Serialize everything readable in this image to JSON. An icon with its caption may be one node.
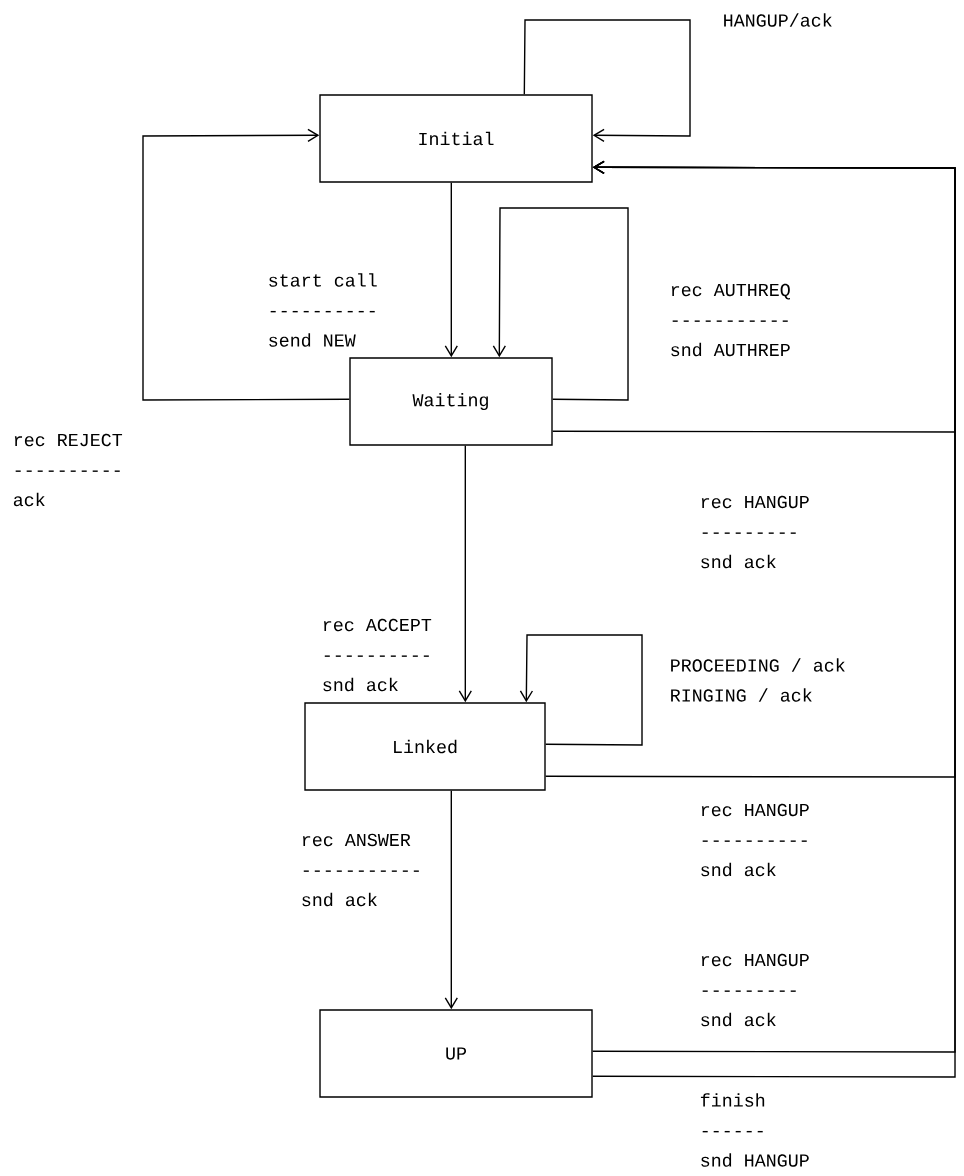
{
  "diagram": {
    "nodes": [
      {
        "text": [
          "Initial"
        ]
      },
      {
        "text": [
          "Waiting"
        ]
      },
      {
        "text": [
          "Linked"
        ]
      },
      {
        "text": [
          "UP"
        ]
      }
    ],
    "edges": [
      {
        "from": 0,
        "to": 0,
        "arrow": "to",
        "label": "HANGUP/ack"
      },
      {
        "from": 0,
        "to": 1,
        "arrow": "to",
        "label": "start call ---------- send NEW"
      },
      {
        "from": 1,
        "to": 1,
        "arrow": "to",
        "label": "rec AUTHREQ ----------- snd AUTHREP"
      },
      {
        "from": 1,
        "to": 0,
        "arrow": "to",
        "label": "rec REJECT ---------- ack"
      },
      {
        "from": 1,
        "to": 0,
        "arrow": "to",
        "label": "rec HANGUP --------- snd ack"
      },
      {
        "from": 1,
        "to": 2,
        "arrow": "to",
        "label": "rec ACCEPT ---------- snd ack"
      },
      {
        "from": 2,
        "to": 2,
        "arrow": "to",
        "label": "PROCEEDING / ack RINGING / ack"
      },
      {
        "from": 2,
        "to": 0,
        "arrow": "to",
        "label": "rec HANGUP ---------- snd ack"
      },
      {
        "from": 2,
        "to": 3,
        "arrow": "to",
        "label": "rec ANSWER ----------- snd ack"
      },
      {
        "from": 3,
        "to": 0,
        "arrow": "to",
        "label": "rec HANGUP --------- snd ack"
      },
      {
        "from": 3,
        "to": 0,
        "arrow": "to",
        "label": "finish ------ snd HANGUP"
      }
    ]
  }
}
